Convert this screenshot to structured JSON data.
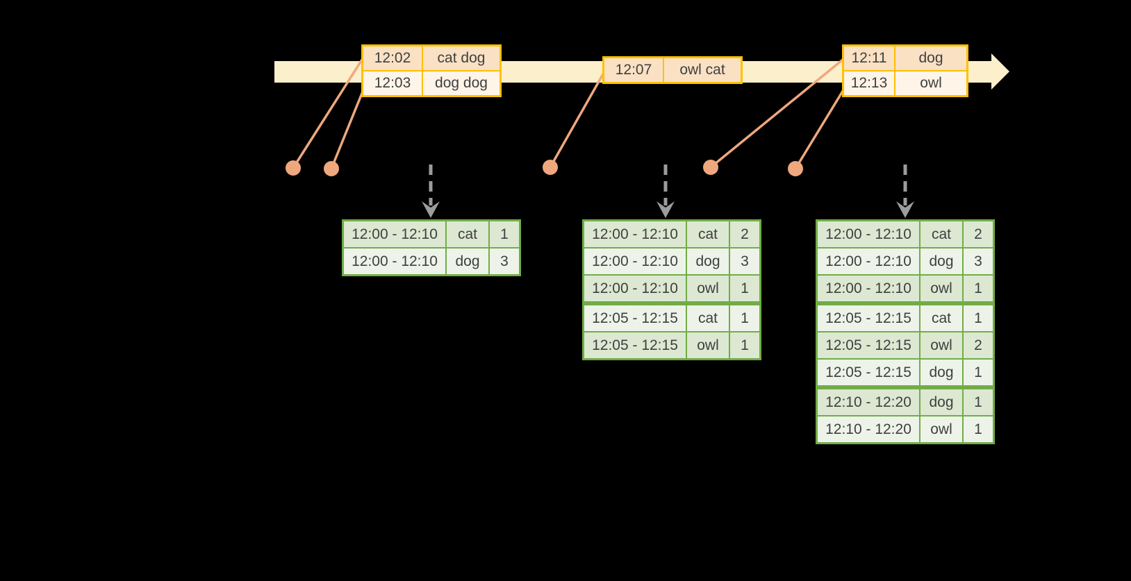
{
  "diagram_title": "windowed-word-count-stream-diagram",
  "colors": {
    "background": "#000000",
    "timeline_fill": "#FBF0CB",
    "event_table_border": "#FFC000",
    "event_row_dark": "#FAE1C4",
    "event_row_light": "#FEF4E8",
    "connector": "#EFA87D",
    "result_table_border": "#71AD47",
    "result_row_dark": "#DCE8D2",
    "result_row_light": "#EDF3E9",
    "trigger_arrow": "#9C9C9C",
    "text": "#3F3F3F"
  },
  "event_tables": [
    {
      "rows": [
        {
          "time": "12:02",
          "words": "cat dog"
        },
        {
          "time": "12:03",
          "words": "dog dog"
        }
      ]
    },
    {
      "rows": [
        {
          "time": "12:07",
          "words": "owl cat"
        }
      ]
    },
    {
      "rows": [
        {
          "time": "12:11",
          "words": "dog"
        },
        {
          "time": "12:13",
          "words": "owl"
        }
      ]
    }
  ],
  "result_tables": [
    {
      "rows": [
        {
          "window": "12:00 - 12:10",
          "word": "cat",
          "count": "1"
        },
        {
          "window": "12:00 - 12:10",
          "word": "dog",
          "count": "3"
        }
      ]
    },
    {
      "rows": [
        {
          "window": "12:00 - 12:10",
          "word": "cat",
          "count": "2"
        },
        {
          "window": "12:00 - 12:10",
          "word": "dog",
          "count": "3"
        },
        {
          "window": "12:00 - 12:10",
          "word": "owl",
          "count": "1"
        },
        {
          "window": "12:05 - 12:15",
          "word": "cat",
          "count": "1"
        },
        {
          "window": "12:05 - 12:15",
          "word": "owl",
          "count": "1"
        }
      ]
    },
    {
      "rows": [
        {
          "window": "12:00 - 12:10",
          "word": "cat",
          "count": "2"
        },
        {
          "window": "12:00 - 12:10",
          "word": "dog",
          "count": "3"
        },
        {
          "window": "12:00 - 12:10",
          "word": "owl",
          "count": "1"
        },
        {
          "window": "12:05 - 12:15",
          "word": "cat",
          "count": "1"
        },
        {
          "window": "12:05 - 12:15",
          "word": "owl",
          "count": "2"
        },
        {
          "window": "12:05 - 12:15",
          "word": "dog",
          "count": "1"
        },
        {
          "window": "12:10 - 12:20",
          "word": "dog",
          "count": "1"
        },
        {
          "window": "12:10 - 12:20",
          "word": "owl",
          "count": "1"
        }
      ]
    }
  ]
}
